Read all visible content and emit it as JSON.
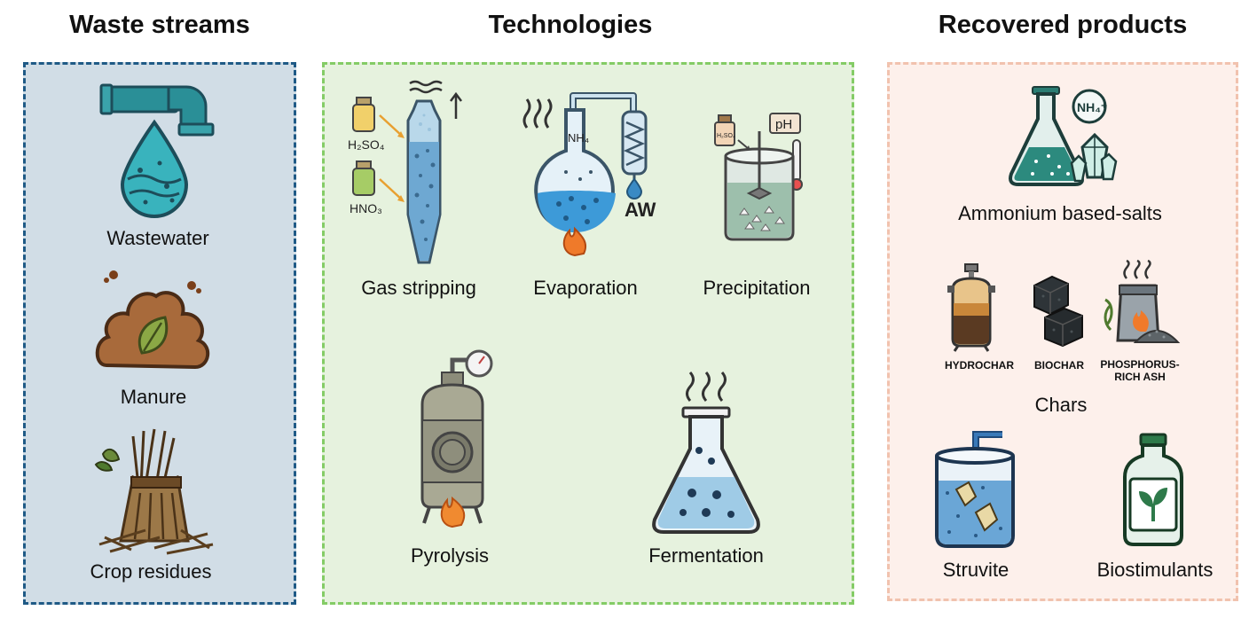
{
  "columns": {
    "waste": {
      "title": "Waste streams"
    },
    "tech": {
      "title": "Technologies"
    },
    "products": {
      "title": "Recovered products"
    }
  },
  "waste_items": [
    "Wastewater",
    "Manure",
    "Crop residues"
  ],
  "tech_items": [
    "Gas stripping",
    "Evaporation",
    "Precipitation",
    "Pyrolysis",
    "Fermentation"
  ],
  "tech_annotations": {
    "h2so4": "H₂SO₄",
    "hno3": "HNO₃",
    "nh4": "NH₄",
    "aw": "AW",
    "ph": "pH",
    "bottle": "H₂SO₄"
  },
  "product_items": {
    "ammonium": "Ammonium based-salts",
    "nh4_badge": "NH₄⁺",
    "chars_label": "Chars",
    "chars": [
      "HYDROCHAR",
      "BIOCHAR",
      "PHOSPHORUS-\nRICH ASH"
    ],
    "struvite": "Struvite",
    "biostimulants": "Biostimulants"
  },
  "colors": {
    "waste_panel_bg": "#d1dde6",
    "waste_panel_border": "#1f5a86",
    "tech_panel_bg": "#e6f2de",
    "tech_panel_border": "#84cc66",
    "product_panel_bg": "#fdf0eb",
    "product_panel_border": "#f1c2ae"
  },
  "icons": [
    "pipe-water-drop-icon",
    "manure-icon",
    "crop-bundle-icon",
    "stripping-column-icon",
    "evaporation-flask-icon",
    "precipitation-tank-icon",
    "pyrolysis-reactor-icon",
    "fermentation-flask-icon",
    "ammonium-flask-icon",
    "hydrochar-icon",
    "biochar-icon",
    "phosphorus-ash-icon",
    "struvite-tank-icon",
    "biostimulant-bottle-icon"
  ]
}
